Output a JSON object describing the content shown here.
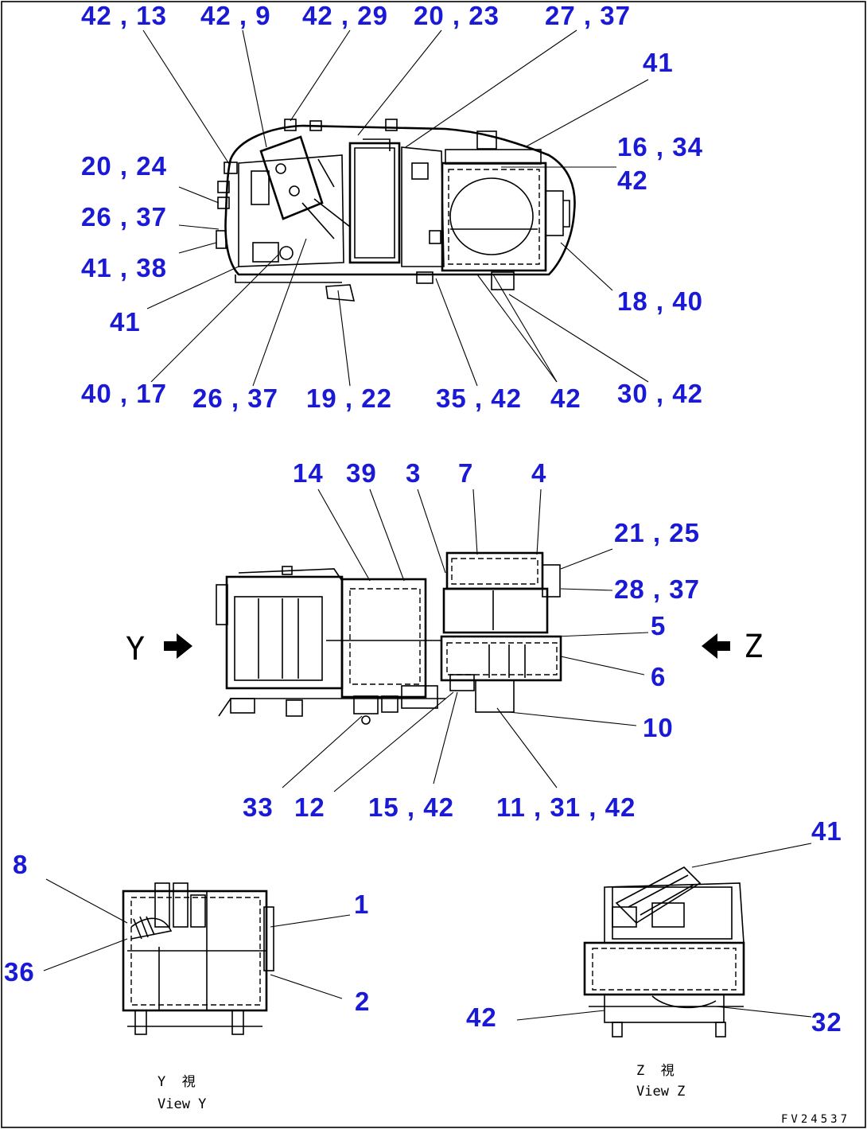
{
  "top_view_callouts": [
    {
      "id": "c-42-13",
      "text": "42 , 13"
    },
    {
      "id": "c-42-9",
      "text": "42 , 9"
    },
    {
      "id": "c-42-29",
      "text": "42 , 29"
    },
    {
      "id": "c-20-23",
      "text": "20 , 23"
    },
    {
      "id": "c-27-37",
      "text": "27 , 37"
    },
    {
      "id": "c-41-a",
      "text": "41"
    },
    {
      "id": "c-16-34",
      "text": "16 , 34"
    },
    {
      "id": "c-42-b",
      "text": "42"
    },
    {
      "id": "c-20-24",
      "text": "20 , 24"
    },
    {
      "id": "c-26-37-a",
      "text": "26 , 37"
    },
    {
      "id": "c-41-38",
      "text": "41 , 38"
    },
    {
      "id": "c-41-c",
      "text": "41"
    },
    {
      "id": "c-18-40",
      "text": "18 , 40"
    },
    {
      "id": "c-40-17",
      "text": "40 , 17"
    },
    {
      "id": "c-26-37-b",
      "text": "26 , 37"
    },
    {
      "id": "c-19-22",
      "text": "19 , 22"
    },
    {
      "id": "c-35-42",
      "text": "35 , 42"
    },
    {
      "id": "c-42-d",
      "text": "42"
    },
    {
      "id": "c-30-42",
      "text": "30 , 42"
    }
  ],
  "side_view_callouts": [
    {
      "id": "c-14",
      "text": "14"
    },
    {
      "id": "c-39",
      "text": "39"
    },
    {
      "id": "c-3",
      "text": "3"
    },
    {
      "id": "c-7",
      "text": "7"
    },
    {
      "id": "c-4",
      "text": "4"
    },
    {
      "id": "c-21-25",
      "text": "21 , 25"
    },
    {
      "id": "c-28-37",
      "text": "28 , 37"
    },
    {
      "id": "c-5",
      "text": "5"
    },
    {
      "id": "c-6",
      "text": "6"
    },
    {
      "id": "c-10",
      "text": "10"
    },
    {
      "id": "c-33",
      "text": "33"
    },
    {
      "id": "c-12",
      "text": "12"
    },
    {
      "id": "c-15-42",
      "text": "15 , 42"
    },
    {
      "id": "c-11-31-42",
      "text": "11 , 31 , 42"
    }
  ],
  "view_y_callouts": [
    {
      "id": "c-8",
      "text": "8"
    },
    {
      "id": "c-1",
      "text": "1"
    },
    {
      "id": "c-36",
      "text": "36"
    },
    {
      "id": "c-2",
      "text": "2"
    }
  ],
  "view_z_callouts": [
    {
      "id": "c-41-z",
      "text": "41"
    },
    {
      "id": "c-42-z",
      "text": "42"
    },
    {
      "id": "c-32",
      "text": "32"
    }
  ],
  "direction_letters": {
    "y": "Y",
    "z": "Z"
  },
  "view_y": {
    "jp": "Y  視",
    "en": "View Y"
  },
  "view_z": {
    "jp": "Z  視",
    "en": "View Z"
  },
  "drawing_code": "FV24537",
  "colors": {
    "callout": "#1a1ad6",
    "line": "#000000",
    "background": "#ffffff"
  }
}
